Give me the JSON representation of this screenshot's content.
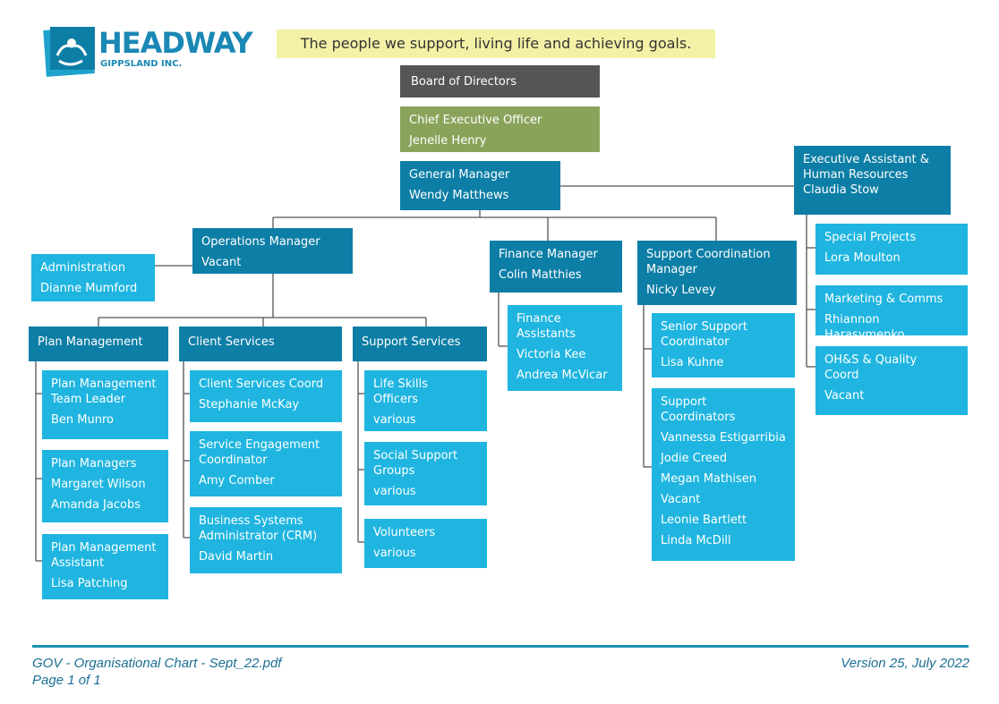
{
  "logo": {
    "brand": "HEADWAY",
    "sub": "GIPPSLAND INC.",
    "icon": "headway-hands-logo"
  },
  "tagline": "The people we support, living life and achieving goals.",
  "boxes": {
    "board": {
      "title": "Board of Directors"
    },
    "ceo": {
      "title": "Chief Executive Officer",
      "names": [
        "Jenelle Henry"
      ]
    },
    "gm": {
      "title": "General Manager",
      "names": [
        "Wendy Matthews"
      ]
    },
    "ea": {
      "title_lines": [
        "Executive Assistant &",
        "Human Resources"
      ],
      "names": [
        "Claudia Stow"
      ]
    },
    "special": {
      "title": "Special Projects",
      "names": [
        "Lora Moulton"
      ]
    },
    "marketing": {
      "title": "Marketing & Comms",
      "names": [
        "Rhiannon Harasymenko"
      ]
    },
    "ohs": {
      "title_lines": [
        "OH&S & Quality",
        "Coord"
      ],
      "names": [
        "Vacant"
      ]
    },
    "ops": {
      "title": "Operations Manager",
      "names": [
        "Vacant"
      ]
    },
    "admin": {
      "title": "Administration",
      "names": [
        "Dianne Mumford"
      ]
    },
    "finance": {
      "title": "Finance Manager",
      "names": [
        "Colin Matthies"
      ]
    },
    "finass": {
      "title_lines": [
        "Finance",
        "Assistants"
      ],
      "names": [
        "Victoria Kee",
        "Andrea McVicar"
      ]
    },
    "scm": {
      "title_lines": [
        "Support Coordination",
        "Manager"
      ],
      "names": [
        "Nicky Levey"
      ]
    },
    "ssc": {
      "title_lines": [
        "Senior Support",
        "Coordinator"
      ],
      "names": [
        "Lisa Kuhne"
      ]
    },
    "sc": {
      "title_lines": [
        "Support",
        "Coordinators"
      ],
      "names": [
        "Vannessa Estigarribia",
        "Jodie Creed",
        "Megan Mathisen",
        "Vacant",
        "Leonie Bartlett",
        "Linda McDill"
      ]
    },
    "planmgmt": {
      "title": "Plan Management"
    },
    "client": {
      "title": "Client Services"
    },
    "support": {
      "title": "Support Services"
    },
    "pmtl": {
      "title_lines": [
        "Plan Management",
        "Team Leader"
      ],
      "names": [
        "Ben Munro"
      ]
    },
    "pms": {
      "title": "Plan Managers",
      "names": [
        "Margaret Wilson",
        "Amanda Jacobs"
      ]
    },
    "pma": {
      "title_lines": [
        "Plan Management",
        "Assistant"
      ],
      "names": [
        "Lisa Patching"
      ]
    },
    "csc": {
      "title": "Client Services Coord",
      "names": [
        "Stephanie McKay"
      ]
    },
    "sec": {
      "title_lines": [
        "Service Engagement",
        "Coordinator"
      ],
      "names": [
        "Amy Comber"
      ]
    },
    "bsa": {
      "title_lines": [
        "Business Systems",
        "Administrator (CRM)"
      ],
      "names": [
        "David Martin"
      ]
    },
    "lso": {
      "title_lines": [
        "Life Skills",
        "Officers"
      ],
      "names": [
        "various"
      ]
    },
    "ssg": {
      "title_lines": [
        "Social Support",
        "Groups"
      ],
      "names": [
        "various"
      ]
    },
    "vol": {
      "title": "Volunteers",
      "names": [
        "various"
      ]
    }
  },
  "footer": {
    "left1": "GOV - Organisational Chart - Sept_22.pdf",
    "left2": "Page 1 of 1",
    "right": "Version 25, July 2022"
  }
}
